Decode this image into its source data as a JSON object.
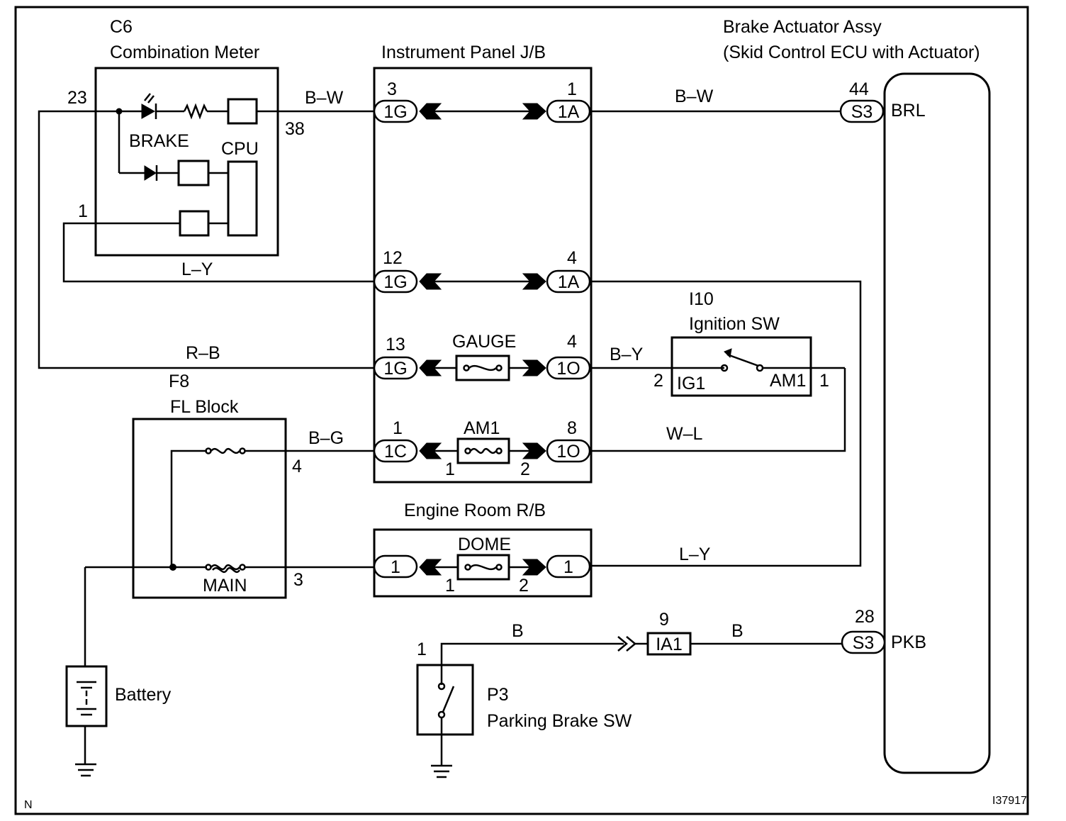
{
  "title": "",
  "components": {
    "combination_meter": {
      "code": "C6",
      "name": "Combination Meter",
      "brake_label": "BRAKE",
      "cpu_label": "CPU"
    },
    "instrument_panel": {
      "name": "Instrument Panel J/B"
    },
    "brake_actuator": {
      "name_line1": "Brake Actuator Assy",
      "name_line2": "(Skid Control ECU with Actuator)"
    },
    "ignition_sw": {
      "code": "I10",
      "name": "Ignition SW",
      "ig1": "IG1",
      "am1": "AM1"
    },
    "fl_block": {
      "code": "F8",
      "name": "FL Block",
      "main": "MAIN"
    },
    "engine_room": {
      "name": "Engine Room R/B"
    },
    "battery": {
      "name": "Battery"
    },
    "parking_brake_sw": {
      "code": "P3",
      "name": "Parking Brake SW"
    }
  },
  "fuses": {
    "gauge": "GAUGE",
    "am1": "AM1",
    "dome": "DOME"
  },
  "connectors": {
    "c1G": "1G",
    "c1A": "1A",
    "c1C": "1C",
    "c1O": "1O",
    "c1": "1",
    "s3": "S3",
    "ia1": "IA1",
    "brl": "BRL",
    "pkb": "PKB"
  },
  "wires": {
    "bw": "B–W",
    "ly": "L–Y",
    "rb": "R–B",
    "by": "B–Y",
    "bg": "B–G",
    "wl": "W–L",
    "b": "B"
  },
  "pins": {
    "p23": "23",
    "p38": "38",
    "p1_meter": "1",
    "p3": "3",
    "p1_1a": "1",
    "p44": "44",
    "p12": "12",
    "p4_1a": "4",
    "p13": "13",
    "p4_1o": "4",
    "p2_ig": "2",
    "p1_ig": "1",
    "p1_1c": "1",
    "p8_1o": "8",
    "p1_am1": "1",
    "p2_am1": "2",
    "p4_fl": "4",
    "p3_fl": "3",
    "p1_dome": "1",
    "p2_dome": "2",
    "p1_pk": "1",
    "p9": "9",
    "p28": "28"
  },
  "footer": {
    "left": "N",
    "right": "I37917"
  }
}
